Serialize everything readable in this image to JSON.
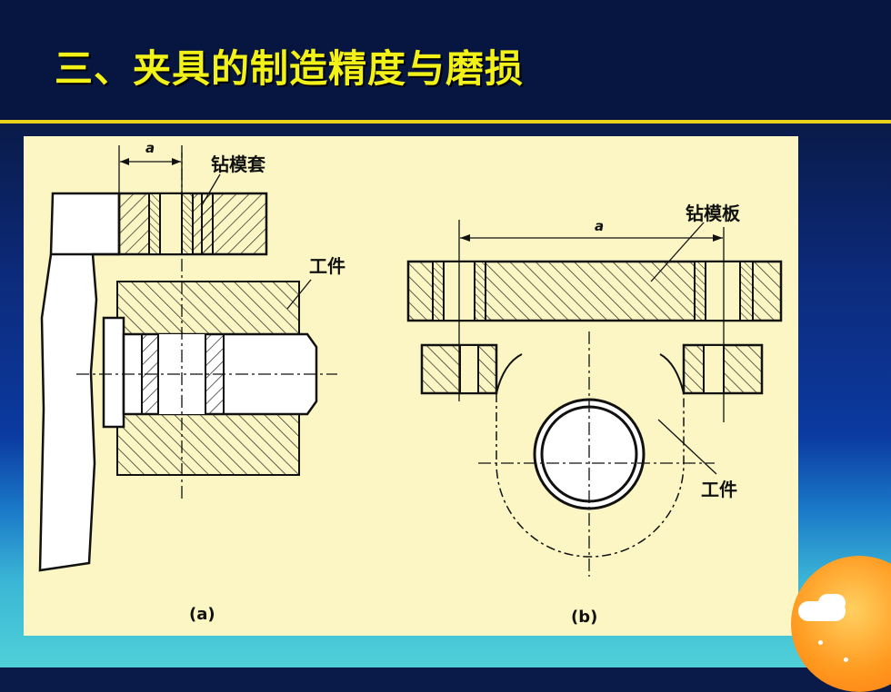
{
  "slide": {
    "title": "三、夹具的制造精度与磨损"
  },
  "figure": {
    "a": {
      "dim_label": "a",
      "label_bushing": "钻模套",
      "label_workpiece": "工件",
      "caption": "(a)"
    },
    "b": {
      "dim_label": "a",
      "label_plate": "钻模板",
      "label_workpiece": "工件",
      "caption": "(b)"
    }
  },
  "colors": {
    "title_text": "#f2f218",
    "title_bg": "#071640",
    "rule": "#e8d21c",
    "figure_bg": "#fbf6c4"
  }
}
